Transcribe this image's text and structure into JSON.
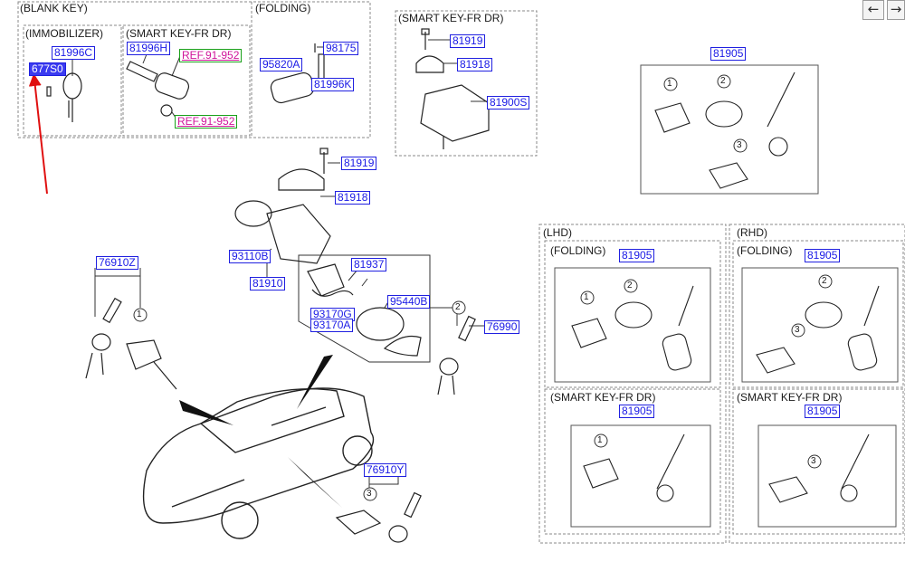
{
  "nav": {
    "back_symbol": "←",
    "forward_symbol": "→"
  },
  "groups": {
    "blank_key": "(BLANK KEY)",
    "immobilizer": "(IMMOBILIZER)",
    "smart_key_fr_dr_top": "(SMART KEY-FR DR)",
    "folding_top": "(FOLDING)",
    "smart_key_fr_dr_box": "(SMART KEY-FR DR)",
    "lhd": "(LHD)",
    "rhd": "(RHD)",
    "lhd_folding": "(FOLDING)",
    "rhd_folding": "(FOLDING)",
    "lhd_smart": "(SMART KEY-FR DR)",
    "rhd_smart": "(SMART KEY-FR DR)"
  },
  "part_numbers": {
    "p81996C": "81996C",
    "p677S0": "677S0",
    "p81996H": "81996H",
    "ref1": "REF.91-952",
    "ref2": "REF.91-952",
    "p98175": "98175",
    "p95820A": "95820A",
    "p81996K": "81996K",
    "p81919_top": "81919",
    "p81918_top": "81918",
    "p81900S": "81900S",
    "p81905_top": "81905",
    "p81919": "81919",
    "p81918": "81918",
    "p93110B": "93110B",
    "p81910": "81910",
    "p81937": "81937",
    "p93170G": "93170G",
    "p93170A": "93170A",
    "p95440B": "95440B",
    "p76990": "76990",
    "p76910Z": "76910Z",
    "p76910Y": "76910Y",
    "p81905_lhd_fold": "81905",
    "p81905_rhd_fold": "81905",
    "p81905_lhd_smart": "81905",
    "p81905_rhd_smart": "81905"
  },
  "callouts": [
    "1",
    "2",
    "3"
  ],
  "colors": {
    "part_number": "#1a1ae6",
    "selected_bg": "#3b3bf0",
    "ref_text": "#d0149b",
    "ref_border": "#1aa01a",
    "arrow": "#e01010"
  },
  "icons": {
    "back": "arrow-left-icon",
    "forward": "arrow-right-icon"
  }
}
